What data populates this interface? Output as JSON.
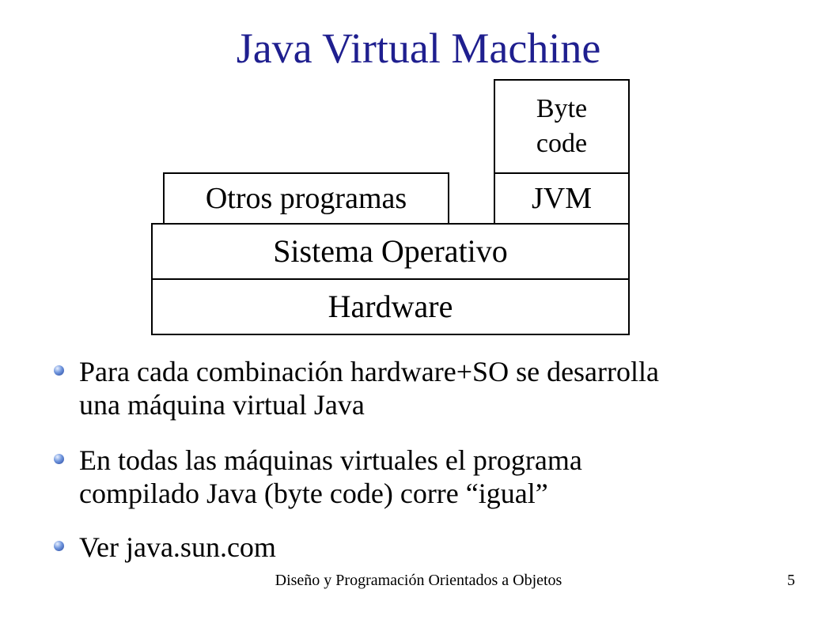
{
  "title": "Java Virtual Machine",
  "diagram": {
    "bytecode": {
      "line1": "Byte",
      "line2": "code"
    },
    "jvm": "JVM",
    "otros_programas": "Otros programas",
    "sistema_operativo": "Sistema Operativo",
    "hardware": "Hardware"
  },
  "bullets": [
    {
      "line1": "Para cada combinación hardware+SO se desarrolla",
      "line2": "una máquina virtual Java"
    },
    {
      "line1": "En todas las máquinas virtuales el programa",
      "line2": "compilado Java (byte code) corre “igual”"
    },
    {
      "line1": "Ver java.sun.com",
      "line2": ""
    }
  ],
  "footer": {
    "text": "Diseño y Programación Orientados a Objetos",
    "page": "5"
  },
  "colors": {
    "title": "#1f1f8f",
    "bullet_icon": "#24449c",
    "border": "#000000"
  }
}
